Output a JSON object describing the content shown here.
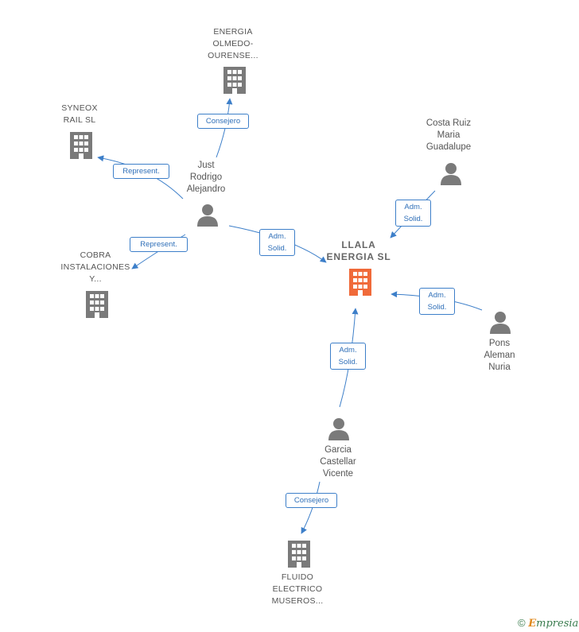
{
  "nodes": {
    "energia_olmedo": {
      "label": "ENERGIA\nOLMEDO-\nOURENSE..."
    },
    "syneox": {
      "label": "SYNEOX\nRAIL  SL"
    },
    "just": {
      "label": "Just\nRodrigo\nAlejandro"
    },
    "costa": {
      "label": "Costa Ruiz\nMaria\nGuadalupe"
    },
    "llala": {
      "label": "LLALA\nENERGIA  SL"
    },
    "cobra": {
      "label": "COBRA\nINSTALACIONES\nY..."
    },
    "pons": {
      "label": "Pons\nAleman\nNuria"
    },
    "garcia": {
      "label": "Garcia\nCastellar\nVicente"
    },
    "fluido": {
      "label": "FLUIDO\nELECTRICO\nMUSEROS..."
    }
  },
  "edges": {
    "consejero_olmedo": "Consejero",
    "represent_syneox": "Represent.",
    "represent_cobra": "Represent.",
    "adm_just": "Adm.\nSolid.",
    "adm_costa": "Adm.\nSolid.",
    "adm_pons": "Adm.\nSolid.",
    "adm_garcia": "Adm.\nSolid.",
    "consejero_fluido": "Consejero"
  },
  "colors": {
    "edge": "#3d7fc9",
    "building": "#7a7a7a",
    "building_main": "#f06a3a",
    "person": "#7a7a7a"
  },
  "footer": {
    "copyright": "©",
    "brand_first": "E",
    "brand_rest": "mpresia"
  }
}
